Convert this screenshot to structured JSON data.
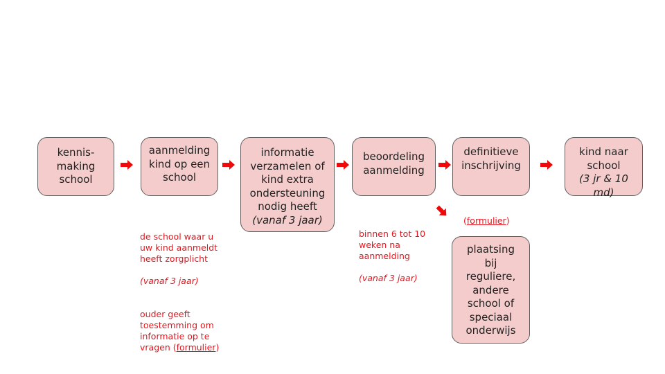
{
  "colors": {
    "box_fill": "#f4cccc",
    "box_border": "#5f5f5f",
    "accent_red": "#e8141c"
  },
  "steps": [
    {
      "text": "kennis-\nmaking\nschool"
    },
    {
      "text": "aanmelding\nkind op een\nschool"
    },
    {
      "text": "informatie\nverzamelen of\nkind extra\nondersteuning\nnodig heeft",
      "italic": "(vanaf 3 jaar)"
    },
    {
      "text": "beoordeling\naanmelding"
    },
    {
      "text": "definitieve\ninschrijving"
    },
    {
      "text": "kind naar\nschool",
      "italic": "(3 jr & 10 md)"
    },
    {
      "text": "plaatsing\nbij\nreguliere,\nandere\nschool of\nspeciaal\nonderwijs"
    }
  ],
  "notes": {
    "aanmelding": {
      "text": "de school waar u\nuw kind aanmeldt\nheeft zorgplicht",
      "italic": "(vanaf 3 jaar)",
      "text2": "ouder geeft\ntoestemming om\ninformatie op te\nvragen (",
      "link": "formulier",
      "close": ")"
    },
    "beoordeling": {
      "text": "binnen 6 tot 10\nweken na\naanmelding",
      "italic": "(vanaf 3 jaar)"
    },
    "inschrijving": {
      "open": "(",
      "link": "formulier",
      "close": ")"
    }
  },
  "icons": [
    "arrow-right-icon",
    "arrow-down-right-icon"
  ]
}
